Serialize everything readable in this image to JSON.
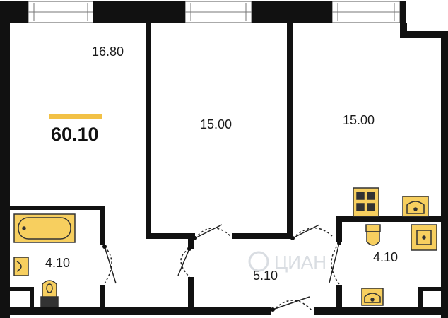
{
  "plan": {
    "total_area": "60.10",
    "rooms": [
      {
        "id": "living-room",
        "area": "16.80"
      },
      {
        "id": "bedroom-middle",
        "area": "15.00"
      },
      {
        "id": "bedroom-right",
        "area": "15.00"
      },
      {
        "id": "bathroom",
        "area": "4.10"
      },
      {
        "id": "hallway",
        "area": "5.10"
      },
      {
        "id": "kitchen",
        "area": "4.10"
      }
    ]
  },
  "watermark": "ЦИАН",
  "colors": {
    "wall": "#111111",
    "accent": "#f2c146",
    "fixture_fill": "#f7cf5f",
    "fixture_stroke": "#333333",
    "background": "#ffffff"
  }
}
